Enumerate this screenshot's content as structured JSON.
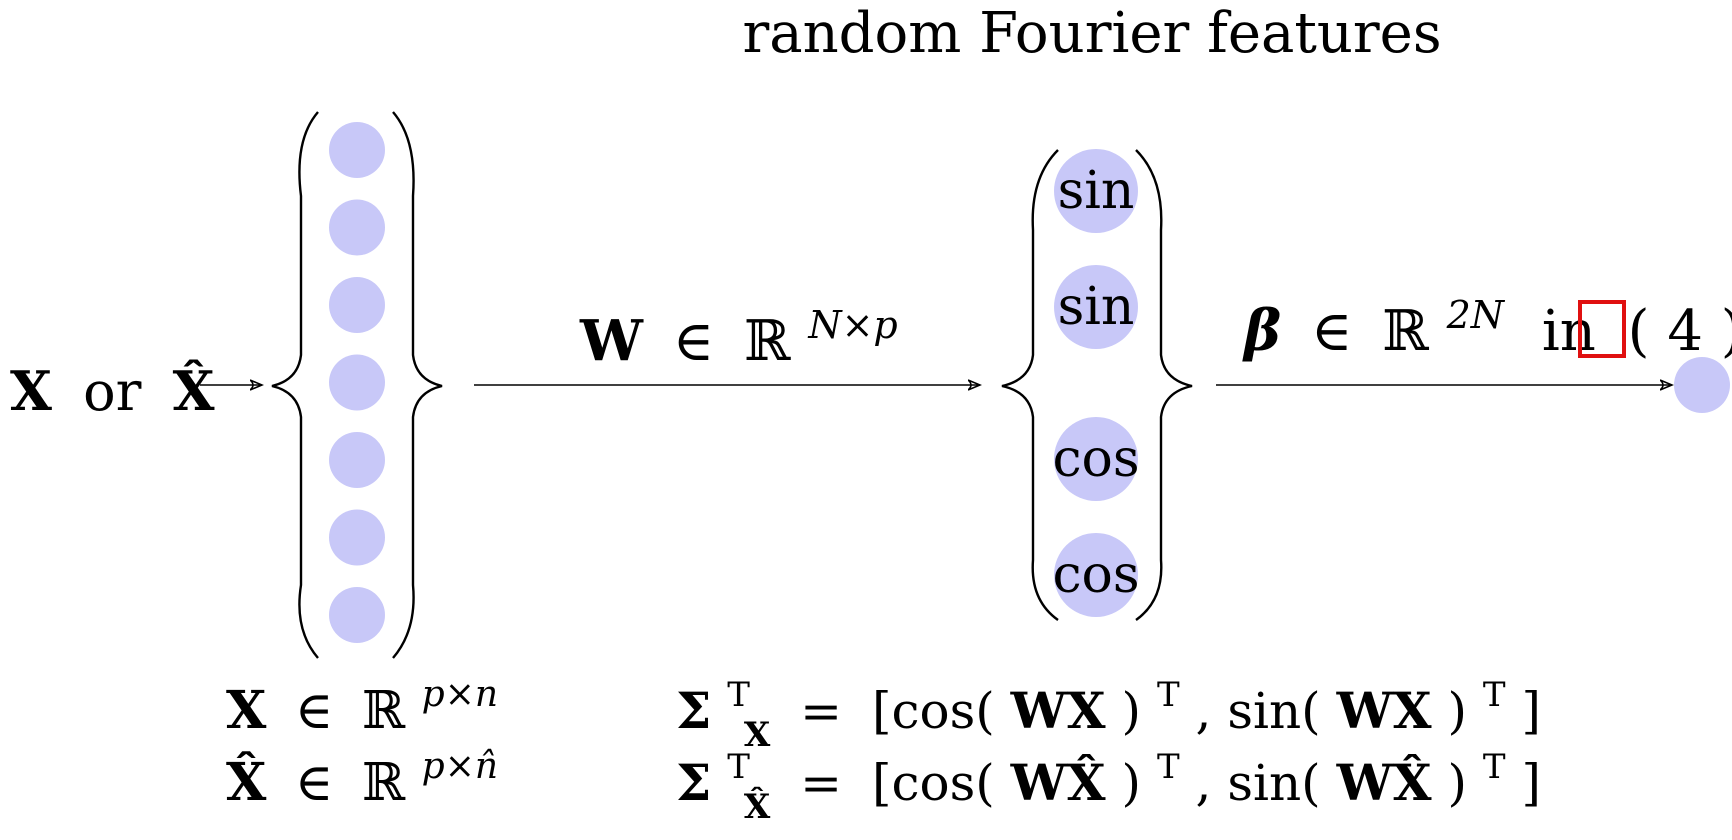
{
  "title": "random Fourier features",
  "colors": {
    "node_fill": "#c8c8f8",
    "line": "#000000",
    "reference_box": "#e01010"
  },
  "input": {
    "left": "X",
    "or": "or",
    "right": "X̂",
    "node_count": 7
  },
  "weights": {
    "symbol": "W",
    "in": "∈",
    "space": "ℝ",
    "exponent": "N×p"
  },
  "features": {
    "nodes": [
      "sin",
      "sin",
      "cos",
      "cos"
    ]
  },
  "output": {
    "symbol": "β",
    "in": "∈",
    "space": "ℝ",
    "exponent": "2N",
    "word": "in",
    "paren_open": "(",
    "ref": "4",
    "paren_close": ")"
  },
  "equations": {
    "x_def": {
      "sym": "X",
      "in": "∈",
      "space": "ℝ",
      "exp": "p×n"
    },
    "xhat_def": {
      "sym": "X̂",
      "in": "∈",
      "space": "ℝ",
      "exp": "p×n̂"
    },
    "sigma_x": {
      "sym": "Σ",
      "sup": "T",
      "sub": "X",
      "eq": "=",
      "rhs_a": "[cos(",
      "rhs_b": "WX",
      "rhs_c": ")",
      "rhs_d": "T",
      "rhs_e": ",  sin(",
      "rhs_f": "WX",
      "rhs_g": ")",
      "rhs_h": "T",
      "rhs_i": "]"
    },
    "sigma_xhat": {
      "sym": "Σ",
      "sup": "T",
      "sub": "X̂",
      "eq": "=",
      "rhs_a": "[cos(",
      "rhs_b": "WX̂",
      "rhs_c": ")",
      "rhs_d": "T",
      "rhs_e": ",  sin(",
      "rhs_f": "WX̂",
      "rhs_g": ")",
      "rhs_h": "T",
      "rhs_i": "]"
    }
  }
}
